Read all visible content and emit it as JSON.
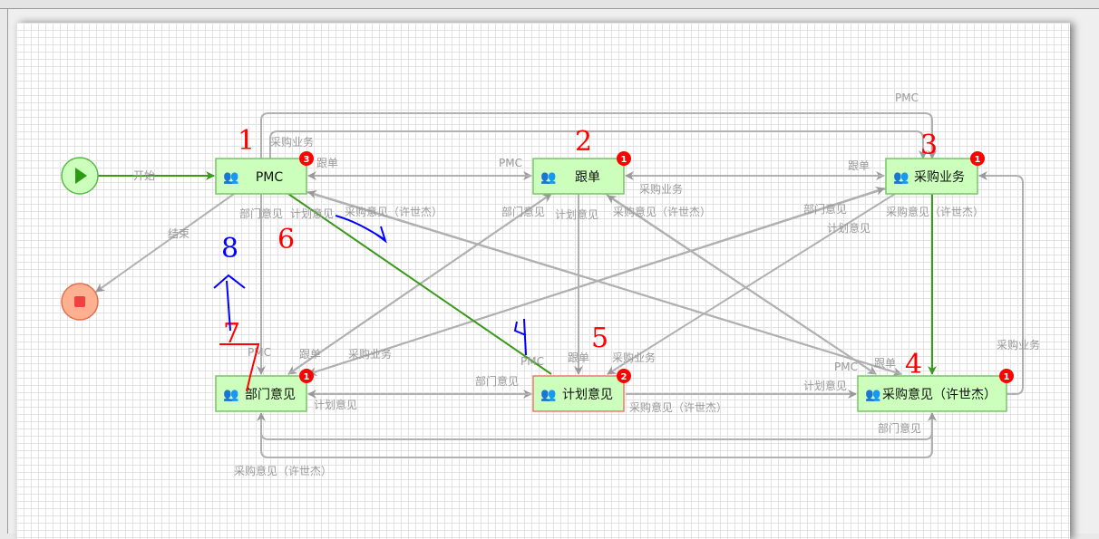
{
  "colors": {
    "node_fill": "#ccffbb",
    "node_border": "#7ac46a",
    "active_border": "#f07a6a",
    "edge": "#b0b0b0",
    "flow": "#3a9a1a",
    "badge": "#ff0000"
  },
  "start": {
    "label": "开始"
  },
  "end": {
    "label": "结束"
  },
  "nodes": [
    {
      "id": "pmc",
      "label": "PMC",
      "badge": "3"
    },
    {
      "id": "gendan",
      "label": "跟单",
      "badge": "1"
    },
    {
      "id": "caigou",
      "label": "采购业务",
      "badge": "1"
    },
    {
      "id": "bumen",
      "label": "部门意见",
      "badge": "1"
    },
    {
      "id": "jihua",
      "label": "计划意见",
      "badge": "2"
    },
    {
      "id": "caigouyj",
      "label": "采购意见（许世杰）",
      "badge": "1"
    }
  ],
  "edge_labels": {
    "start": "开始",
    "end": "结束",
    "pmc_top_outer": "PMC",
    "pmc_top_inner": "采购业务",
    "pmc_r_gendan": "跟单",
    "gendan_l_pmc": "PMC",
    "gendan_r": "采购业务",
    "caigou_l": "跟单",
    "pmc_b_bumen": "部门意见",
    "pmc_b_jihua": "计划意见",
    "pmc_b_cg": "采购意见（许世杰）",
    "gendan_b_bumen": "部门意见",
    "gendan_b_jihua": "计划意见",
    "gendan_b_cg": "采购意见（许世杰）",
    "caigou_b_bumen": "部门意见",
    "caigou_b_jihua": "计划意见",
    "caigou_b_cg": "采购意见（许世杰）",
    "bumen_t_pmc": "PMC",
    "bumen_t_gendan": "跟单",
    "bumen_t_caigou": "采购业务",
    "jihua_t_pmc": "PMC",
    "jihua_t_gendan": "跟单",
    "jihua_t_caigou": "采购业务",
    "cg_t_pmc": "PMC",
    "cg_t_gendan": "跟单",
    "cg_r_caigou": "采购业务",
    "bumen_r": "计划意见",
    "jihua_l": "部门意见",
    "jihua_r": "采购意见（许世杰）",
    "cg_l": "计划意见",
    "bottom_inner": "部门意见",
    "bottom_outer": "采购意见（许世杰）"
  },
  "annotations": [
    "1",
    "2",
    "3",
    "4",
    "5",
    "6",
    "7",
    "8"
  ]
}
